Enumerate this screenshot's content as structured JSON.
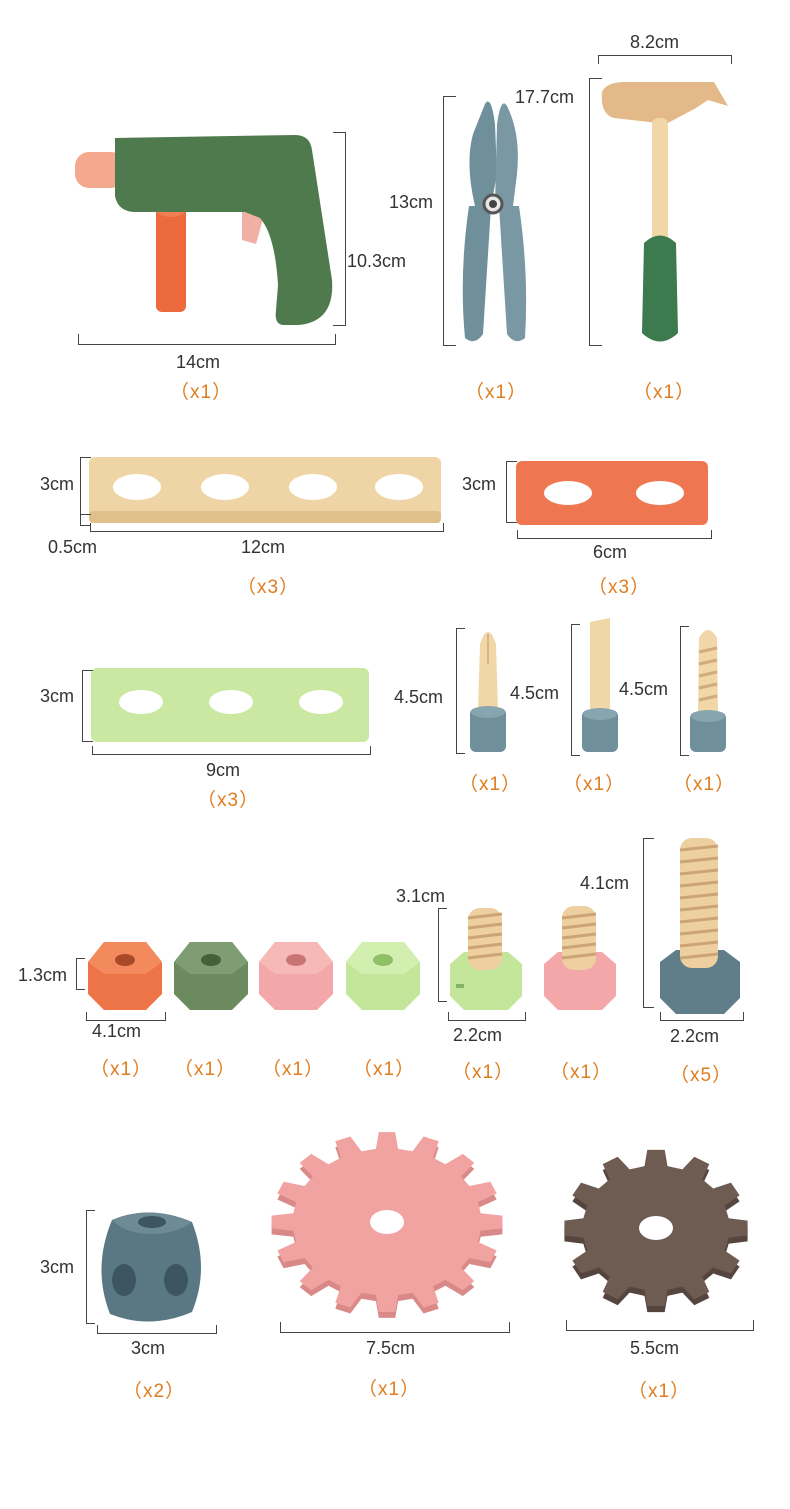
{
  "colors": {
    "accent_quantity": "#e07c1e",
    "green_dark": "#4f7a4e",
    "sage": "#6b8b5f",
    "orange": "#ec744c",
    "pink": "#f1a3a1",
    "light_green": "#c8e6a0",
    "blue_grey": "#6f8f9a",
    "wood": "#ead2a8",
    "brown": "#6e5b52"
  },
  "drill": {
    "height": "10.3cm",
    "width": "14cm",
    "qty": "（x1）"
  },
  "pliers": {
    "height": "13cm",
    "qty": "（x1）"
  },
  "hammer": {
    "width": "8.2cm",
    "height": "17.7cm",
    "qty": "（x1）"
  },
  "wood_plank": {
    "height": "3cm",
    "thickness": "0.5cm",
    "width": "12cm",
    "qty": "（x3）"
  },
  "orange_plank": {
    "height": "3cm",
    "width": "6cm",
    "qty": "（x3）"
  },
  "green_plank": {
    "height": "3cm",
    "width": "9cm",
    "qty": "（x3）"
  },
  "screwdrivers": [
    {
      "height": "4.5cm",
      "qty": "（x1）"
    },
    {
      "height": "4.5cm",
      "qty": "（x1）"
    },
    {
      "height": "4.5cm",
      "qty": "（x1）"
    }
  ],
  "nuts": {
    "height": "1.3cm",
    "width": "4.1cm",
    "qty": [
      "（x1）",
      "（x1）",
      "（x1）",
      "（x1）"
    ]
  },
  "bolts": [
    {
      "height": "3.1cm",
      "width": "2.2cm",
      "qty": "（x1）"
    },
    {
      "qty": "（x1）"
    },
    {
      "height": "4.1cm",
      "width": "2.2cm",
      "qty": "（x5）"
    }
  ],
  "cube": {
    "height": "3cm",
    "width": "3cm",
    "qty": "（x2）"
  },
  "big_gear": {
    "width": "7.5cm",
    "qty": "（x1）"
  },
  "small_gear": {
    "width": "5.5cm",
    "qty": "（x1）"
  }
}
